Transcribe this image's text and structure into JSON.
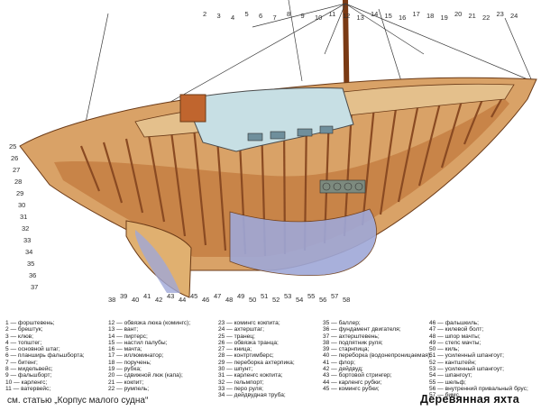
{
  "title": "Деревянная яхта",
  "reference": "см. статью „Корпус малого судна“",
  "callouts_top": [
    "2",
    "3",
    "4",
    "5",
    "6",
    "7",
    "8",
    "9",
    "10",
    "11",
    "12",
    "13",
    "14",
    "15",
    "16",
    "17",
    "18",
    "19",
    "20",
    "21",
    "22",
    "23",
    "24"
  ],
  "callouts_left": [
    "25",
    "26",
    "27",
    "28",
    "29",
    "30",
    "31",
    "32",
    "33",
    "34",
    "35",
    "36",
    "37"
  ],
  "callouts_bottom": [
    "38",
    "39",
    "40",
    "41",
    "42",
    "43",
    "44",
    "45",
    "46",
    "47",
    "48",
    "49",
    "50",
    "51",
    "52",
    "53",
    "54",
    "55",
    "56",
    "57",
    "58"
  ],
  "legend_columns": [
    [
      "1 — форштевень;",
      "2 — брештук;",
      "3 — клюв;",
      "4 — топштег;",
      "5 — основной штаг;",
      "6 — планширь фальшборта;",
      "7 — битенг;",
      "8 — мидельвейс;",
      "9 — фальшборт;",
      "10 — карленгс;",
      "11 — ватервейс;"
    ],
    [
      "12 — обвязка люка (комингс);",
      "13 — вант;",
      "14 — пиртерс;",
      "15 — настил палубы;",
      "16 — мачта;",
      "17 — иллюминатор;",
      "18 — поручень;",
      "19 — рубка;",
      "20 — сдвижной люк (капа);",
      "21 — кокпит;",
      "22 — румпель;"
    ],
    [
      "23 — комингс кокпита;",
      "24 — ахтерштаг;",
      "25 — транец;",
      "26 — обвязка транца;",
      "27 — кница;",
      "28 — контртимберс;",
      "29 — переборка ахтерпика;",
      "30 — шпунт;",
      "31 — карленгс кокпита;",
      "32 — гельмпорт;",
      "33 — перо руля;",
      "34 — дейдвудная труба;"
    ],
    [
      "35 — баллер;",
      "36 — фундамент двигателя;",
      "37 — ахтерштевень;",
      "38 — подпятник руля;",
      "39 — старнпица;",
      "40 — переборка (водонепроницаемая);",
      "41 — флор;",
      "42 — дейдвуд;",
      "43 — бортовой стрингер;",
      "44 — карленгс рубки;",
      "45 — комингс рубки;"
    ],
    [
      "46 — фальшкиль;",
      "47 — килевой болт;",
      "48 — шпор мачты;",
      "49 — степс мачты;",
      "50 — киль;",
      "51 — усиленный шпангоут;",
      "52 — кантштейн;",
      "53 — усиленный шпангоут;",
      "54 — шпангоут;",
      "55 — шельф;",
      "56 — внутренний привальный брус;",
      "57 — бимс."
    ]
  ],
  "colors": {
    "planking": "#d9a267",
    "frames": "#a75a2a",
    "deck": "#c7dfe4",
    "keel_fill": "#9fa8d8",
    "mast": "#7a3a14",
    "background": "#ffffff"
  }
}
